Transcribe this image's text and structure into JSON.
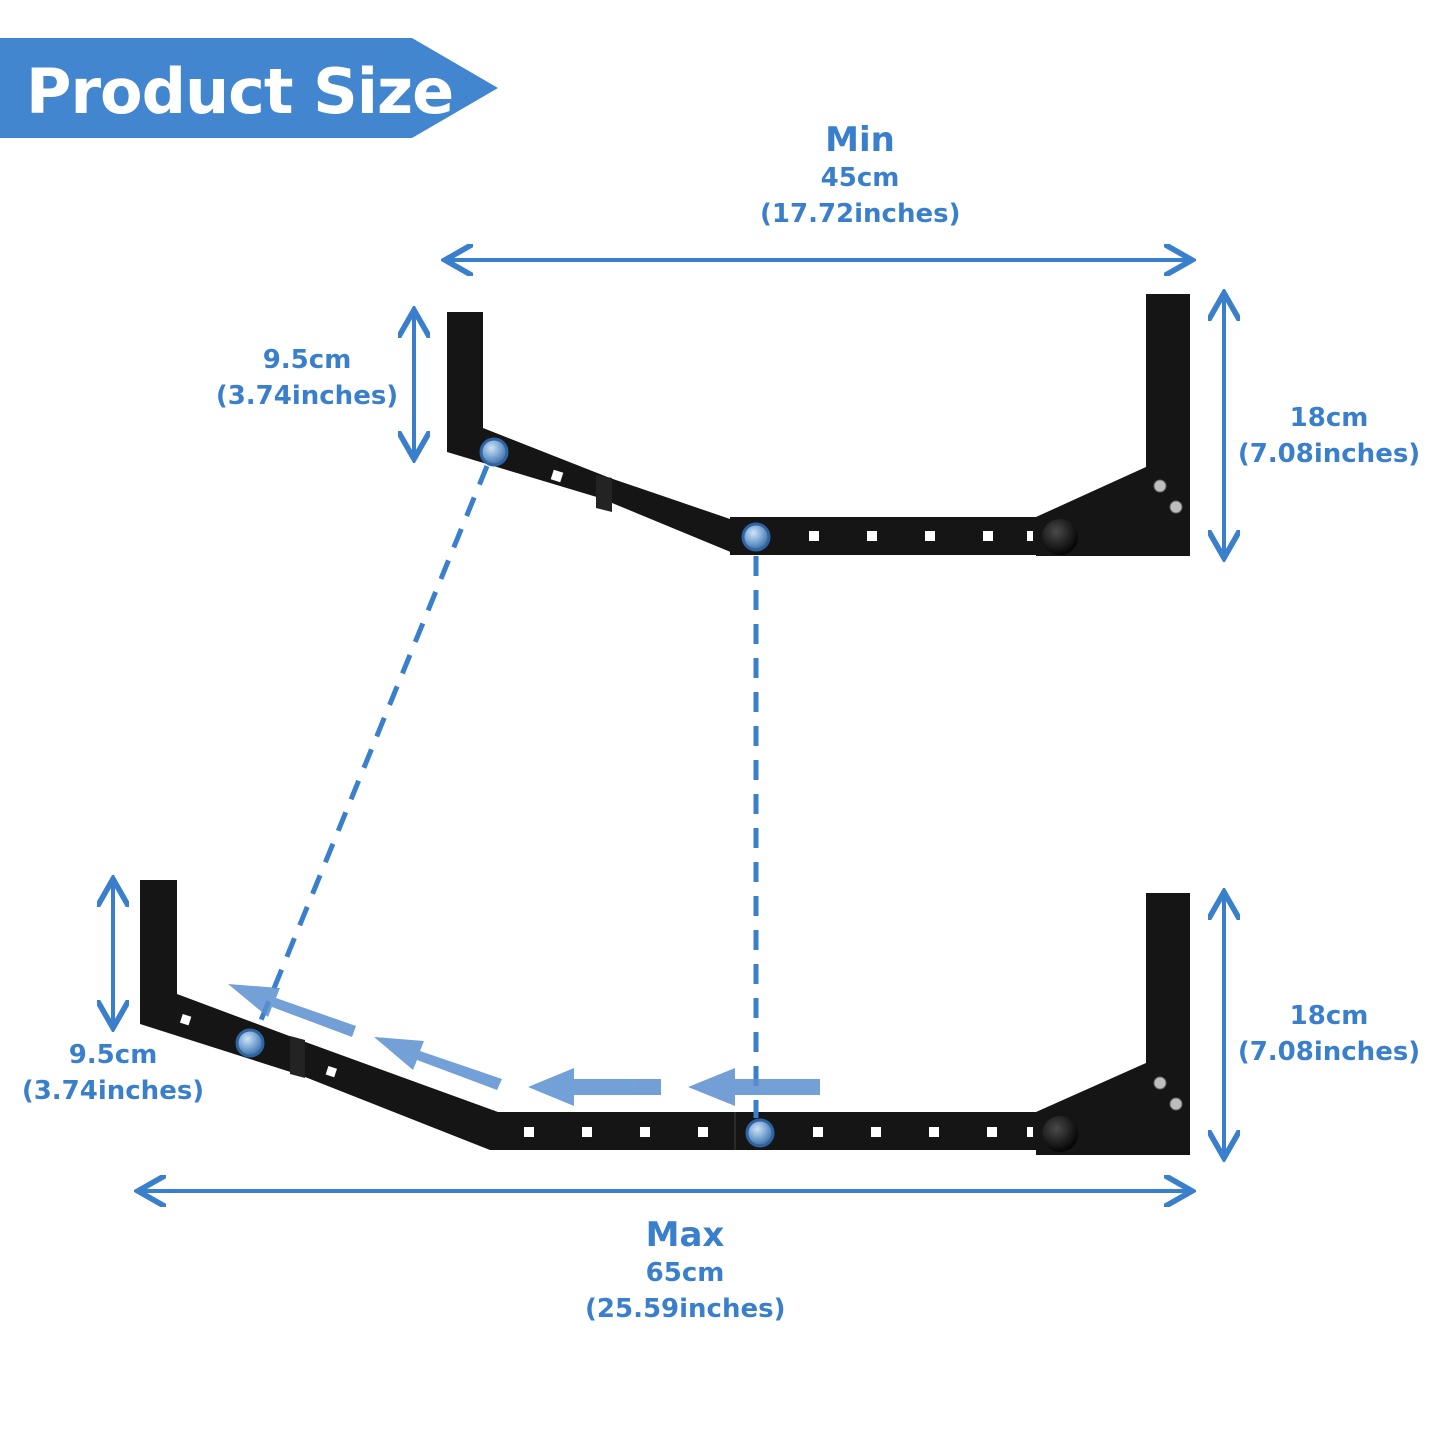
{
  "banner": {
    "title": "Product Size",
    "color": "#4286d0"
  },
  "accent_color": "#3a7fcb",
  "bracket_color": "#151515",
  "min": {
    "heading": "Min",
    "value": "45cm",
    "inches": "(17.72inches)"
  },
  "max": {
    "heading": "Max",
    "value": "65cm",
    "inches": "(25.59inches)"
  },
  "top_bracket": {
    "short_arm": {
      "value": "9.5cm",
      "inches": "(3.74inches)"
    },
    "tall_arm": {
      "value": "18cm",
      "inches": "(7.08inches)"
    }
  },
  "bottom_bracket": {
    "short_arm": {
      "value": "9.5cm",
      "inches": "(3.74inches)"
    },
    "tall_arm": {
      "value": "18cm",
      "inches": "(7.08inches)"
    }
  },
  "icons": [
    "dimension-arrow-icon",
    "extension-arrow-icon",
    "adjustment-knob-icon",
    "pin-icon"
  ]
}
